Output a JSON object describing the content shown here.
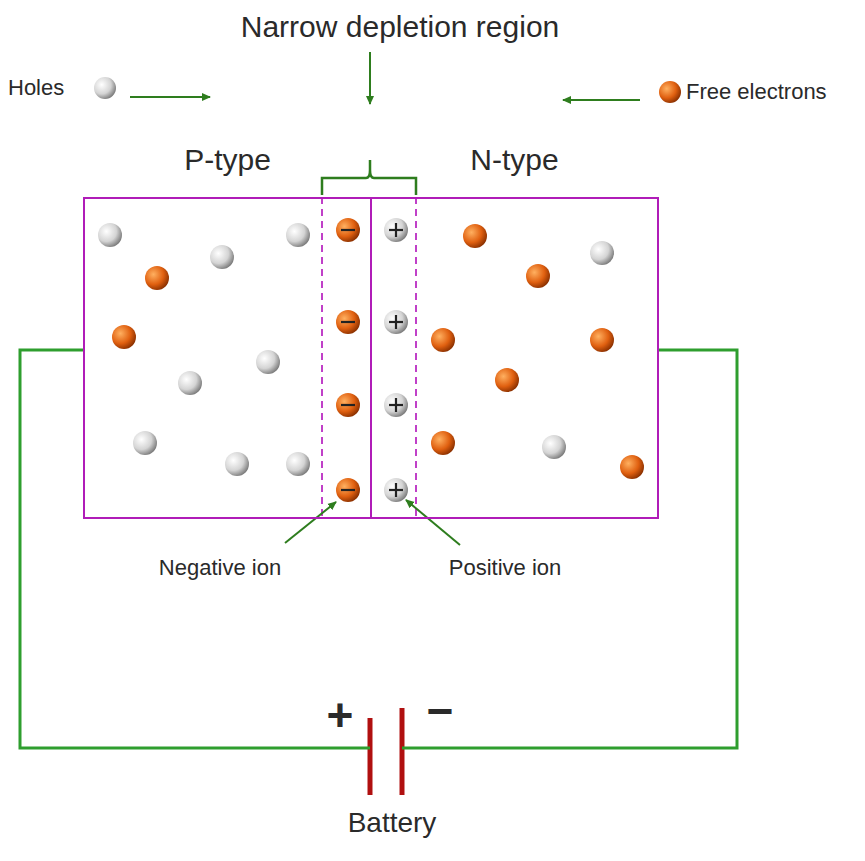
{
  "diagram": {
    "nodes": [
      {
        "text": [
          "P-type"
        ]
      },
      {
        "text": [
          "N-type"
        ]
      }
    ],
    "edges": [
      {
        "from": 0,
        "to": 1,
        "arrow": "none"
      }
    ],
    "labels": [
      "Narrow depletion region",
      "Holes",
      "Free electrons",
      "Negative ion",
      "Positive ion",
      "+",
      "−",
      "Battery"
    ]
  }
}
